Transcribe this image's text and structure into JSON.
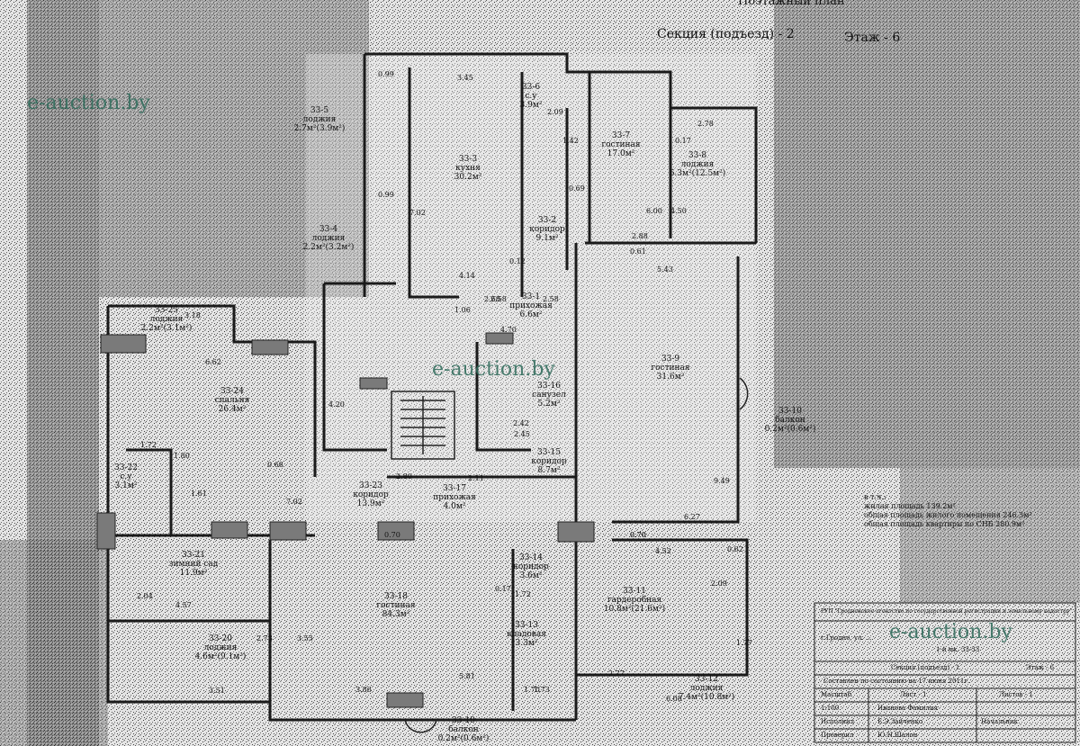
{
  "header": {
    "top": "Поэтажный план",
    "section": "Секция (подъезд) - 2",
    "floor": "Этаж - 6"
  },
  "watermarks": [
    "e-auction.by",
    "e-auction.by",
    "e-auction.by"
  ],
  "rooms": [
    {
      "id": "r1",
      "lines": [
        "33-5",
        "лоджия",
        "2.7м²(3.9м²)"
      ]
    },
    {
      "id": "r2",
      "lines": [
        "33-6",
        "с.у",
        "3.9м²"
      ]
    },
    {
      "id": "r3",
      "lines": [
        "33-3",
        "кухня",
        "30.2м²"
      ]
    },
    {
      "id": "r4",
      "lines": [
        "33-7",
        "гостиная",
        "17.0м²"
      ]
    },
    {
      "id": "r5",
      "lines": [
        "33-8",
        "лоджия",
        "6.3м²(12.5м²)"
      ]
    },
    {
      "id": "r6",
      "lines": [
        "33-2",
        "коридор",
        "9.1м²"
      ]
    },
    {
      "id": "r7",
      "lines": [
        "33-4",
        "лоджия",
        "2.2м²(3.2м²)"
      ]
    },
    {
      "id": "r8",
      "lines": [
        "33-1",
        "прихожая",
        "6.6м²"
      ]
    },
    {
      "id": "r9",
      "lines": [
        "33-25",
        "лоджия",
        "2.2м²(3.1м²)"
      ]
    },
    {
      "id": "r10",
      "lines": [
        "33-24",
        "спальня",
        "26.4м²"
      ]
    },
    {
      "id": "r11",
      "lines": [
        "33-9",
        "гостиная",
        "31.6м²"
      ]
    },
    {
      "id": "r12",
      "lines": [
        "33-16",
        "санузел",
        "5.2м²"
      ]
    },
    {
      "id": "r13",
      "lines": [
        "33-10",
        "балкон",
        "0.2м²(0.6м²)"
      ]
    },
    {
      "id": "r14",
      "lines": [
        "33-15",
        "коридор",
        "8.7м²"
      ]
    },
    {
      "id": "r15",
      "lines": [
        "33-23",
        "коридор",
        "13.9м²"
      ]
    },
    {
      "id": "r16",
      "lines": [
        "33-17",
        "прихожая",
        "4.0м²"
      ]
    },
    {
      "id": "r17",
      "lines": [
        "33-22",
        "с.у",
        "3.1м²"
      ]
    },
    {
      "id": "r18",
      "lines": [
        "33-21",
        "зимний сад",
        "11.9м²"
      ]
    },
    {
      "id": "r19",
      "lines": [
        "33-14",
        "коридор",
        "3.6м²"
      ]
    },
    {
      "id": "r20",
      "lines": [
        "33-18",
        "гостиная",
        "84.3м²"
      ]
    },
    {
      "id": "r21",
      "lines": [
        "33-11",
        "гардеробная",
        "10.8м²(21.6м²)"
      ]
    },
    {
      "id": "r22",
      "lines": [
        "33-13",
        "кладовая",
        "3.3м²"
      ]
    },
    {
      "id": "r23",
      "lines": [
        "33-20",
        "лоджия",
        "4.6м²(9.1м²)"
      ]
    },
    {
      "id": "r24",
      "lines": [
        "33-12",
        "лоджия",
        "7.4м²(10.8м²)"
      ]
    },
    {
      "id": "r25",
      "lines": [
        "33-19",
        "балкон",
        "0.2м²(0.6м²)"
      ]
    }
  ],
  "dims": [
    "0.99",
    "3.45",
    "2.09",
    "1.42",
    "2.78",
    "0.17",
    "0.99",
    "7.02",
    "6.00",
    "4.50",
    "0.69",
    "0.12",
    "2.88",
    "0.61",
    "5.43",
    "4.14",
    "2.68",
    "1.06",
    "4.70",
    "3.18",
    "6.62",
    "4.20",
    "2.42",
    "2.45",
    "1.72",
    "1.80",
    "1.61",
    "0.68",
    "7.02",
    "2.80",
    "2.11",
    "9.49",
    "0.70",
    "6.27",
    "0.70",
    "4.52",
    "0.62",
    "2.04",
    "4.57",
    "2.73",
    "3.51",
    "3.86",
    "5.81",
    "1.73",
    "2.77",
    "6.08",
    "1.77",
    "3.55",
    "2.09",
    "1.70",
    "0.17",
    "1.72",
    "2.58",
    "2.58",
    "0.70"
  ],
  "summary": {
    "title": "в т.ч.:",
    "line1": "жилая площадь 139.2м²",
    "line2": "общая площадь жилого помещения 246.3м²",
    "line3": "общая площадь квартиры по СНБ 280.9м²"
  },
  "title_block": {
    "org": "РУП \"Гродненское агентство по государственной регистрации и земельному кадастру\"",
    "address": "г.Гродно, ул. ...",
    "unit": "1-й мк. 33-33",
    "section": "Секция (подъезд) - 1",
    "floor": "Этаж - 6",
    "compiled": "Составлен по состоянию на 17 июня 2011г.",
    "scale": "1:100",
    "rows": [
      "Масштаб",
      "Лист - 1",
      "Листов - 1"
    ],
    "staff": [
      "Исполнил",
      "Проверил",
      "Начальник"
    ],
    "names": [
      "Иванова Фамилия",
      "Е.Э.Зайченко",
      "Ю.Н.Шалон"
    ]
  }
}
